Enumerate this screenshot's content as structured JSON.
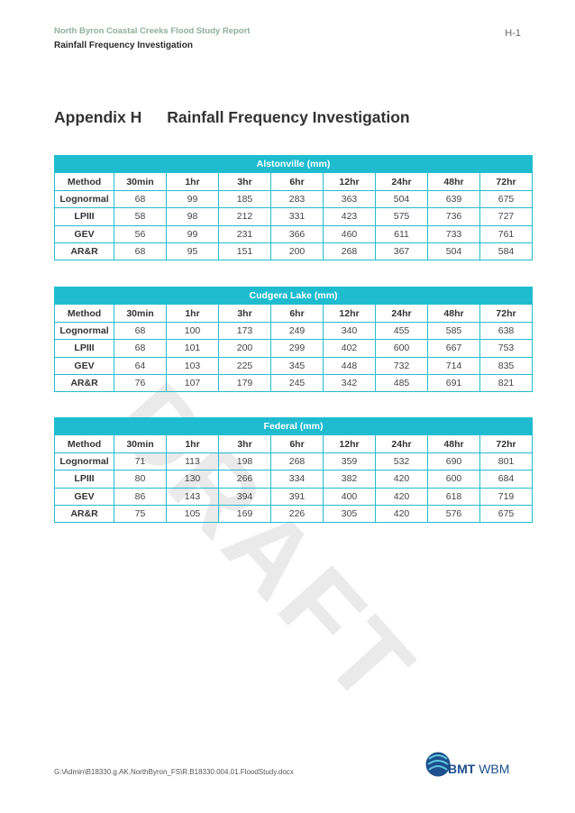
{
  "header": {
    "report_title": "North Byron Coastal Creeks Flood Study Report",
    "section_title": "Rainfall Frequency Investigation",
    "page_number": "H-1"
  },
  "heading": {
    "label": "Appendix H",
    "title": "Rainfall Frequency Investigation"
  },
  "columns": [
    "Method",
    "30min",
    "1hr",
    "3hr",
    "6hr",
    "12hr",
    "24hr",
    "48hr",
    "72hr"
  ],
  "tables": [
    {
      "title": "Alstonville (mm)",
      "rows": [
        [
          "Lognormal",
          "68",
          "99",
          "185",
          "283",
          "363",
          "504",
          "639",
          "675"
        ],
        [
          "LPIII",
          "58",
          "98",
          "212",
          "331",
          "423",
          "575",
          "736",
          "727"
        ],
        [
          "GEV",
          "56",
          "99",
          "231",
          "366",
          "460",
          "611",
          "733",
          "761"
        ],
        [
          "AR&R",
          "68",
          "95",
          "151",
          "200",
          "268",
          "367",
          "504",
          "584"
        ]
      ]
    },
    {
      "title": "Cudgera Lake (mm)",
      "rows": [
        [
          "Lognormal",
          "68",
          "100",
          "173",
          "249",
          "340",
          "455",
          "585",
          "638"
        ],
        [
          "LPIII",
          "68",
          "101",
          "200",
          "299",
          "402",
          "600",
          "667",
          "753"
        ],
        [
          "GEV",
          "64",
          "103",
          "225",
          "345",
          "448",
          "732",
          "714",
          "835"
        ],
        [
          "AR&R",
          "76",
          "107",
          "179",
          "245",
          "342",
          "485",
          "691",
          "821"
        ]
      ]
    },
    {
      "title": "Federal (mm)",
      "rows": [
        [
          "Lognormal",
          "71",
          "113",
          "198",
          "268",
          "359",
          "532",
          "690",
          "801"
        ],
        [
          "LPIII",
          "80",
          "130",
          "266",
          "334",
          "382",
          "420",
          "600",
          "684"
        ],
        [
          "GEV",
          "86",
          "143",
          "394",
          "391",
          "400",
          "420",
          "618",
          "719"
        ],
        [
          "AR&R",
          "75",
          "105",
          "169",
          "226",
          "305",
          "420",
          "576",
          "675"
        ]
      ]
    }
  ],
  "watermark": "DRAFT",
  "footer": {
    "file_path": "G:\\Admin\\B18330.g.AK.NorthByron_FS\\R.B18330.004.01.FloodStudy.docx",
    "logo_bmt": "BMT",
    "logo_wbm": "WBM"
  }
}
